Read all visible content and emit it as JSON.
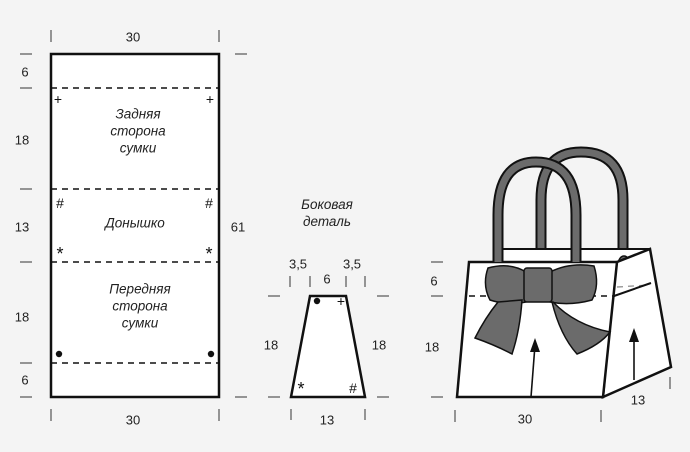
{
  "colors": {
    "background": "#f4f4f4",
    "piece_fill": "#ffffff",
    "outline": "#111111",
    "accent_gray": "#6b6b6b"
  },
  "main_piece": {
    "width_top": "30",
    "width_bottom": "30",
    "total_height": "61",
    "segments": [
      "6",
      "18",
      "13",
      "18",
      "6"
    ],
    "sections": {
      "back": "Задняя\nсторона\nсумки",
      "bottom": "Донышко",
      "front": "Передняя\nсторона\nсумки"
    },
    "marks": {
      "back_corners": "+",
      "bottom_top_corners": "#",
      "bottom_bottom_corners": "*",
      "front_corners": "●"
    }
  },
  "side_piece": {
    "title": "Боковая\nдеталь",
    "top_offset_left": "3,5",
    "top_width": "6",
    "top_offset_right": "3,5",
    "height_left": "18",
    "height_right": "18",
    "bottom_width": "13",
    "marks": {
      "top_left": "●",
      "top_right": "+",
      "bottom_left": "*",
      "bottom_right": "#"
    }
  },
  "bag_illustration": {
    "fold_height": "6",
    "body_height": "18",
    "front_width": "30",
    "side_depth": "13"
  }
}
